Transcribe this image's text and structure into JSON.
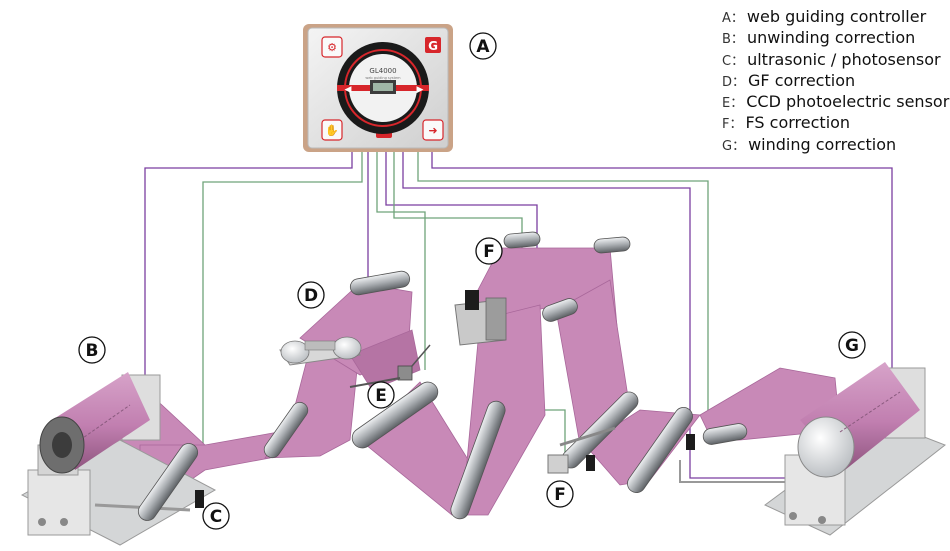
{
  "legend": [
    {
      "key": "A",
      "text": "web guiding controller"
    },
    {
      "key": "B",
      "text": "unwinding correction"
    },
    {
      "key": "C",
      "text": "ultrasonic / photosensor"
    },
    {
      "key": "D",
      "text": "GF correction"
    },
    {
      "key": "E",
      "text": "CCD photoelectric sensor"
    },
    {
      "key": "F",
      "text": "FS correction"
    },
    {
      "key": "G",
      "text": "winding correction"
    }
  ],
  "legend_separator": "：",
  "callouts": {
    "a": "A",
    "b": "B",
    "c": "C",
    "d": "D",
    "e": "E",
    "f_top": "F",
    "f_bottom": "F",
    "g": "G"
  },
  "controller": {
    "brand": "GL4000",
    "subtitle": "web guiding system",
    "logo": "G"
  },
  "colors": {
    "web": "#c889b7",
    "web_dark": "#b574a4",
    "signal_purple": "#7b3fa0",
    "signal_green": "#6fa37a",
    "controller_red": "#d7262b",
    "machine_gray": "#d9d9d9",
    "roller": "#b9bcbf"
  }
}
